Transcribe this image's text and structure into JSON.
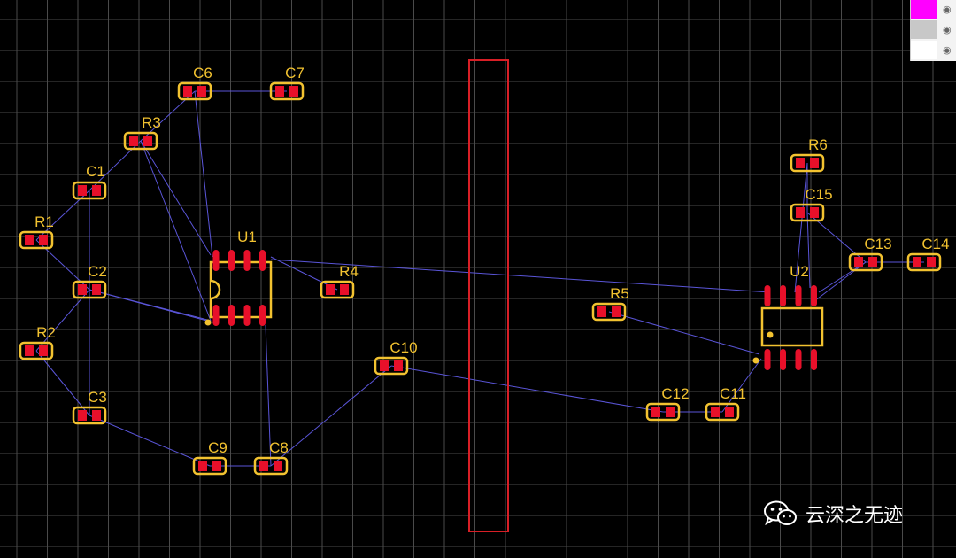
{
  "app": "PCB layout editor",
  "colors": {
    "background": "#000000",
    "grid": "#4a4a4a",
    "pad": "#e8102a",
    "silkscreen": "#f2c230",
    "ratsnest": "#5a55d8",
    "keepout": "#d81f26"
  },
  "components": [
    {
      "ref": "C6",
      "kind": "smd2"
    },
    {
      "ref": "C7",
      "kind": "smd2"
    },
    {
      "ref": "R3",
      "kind": "smd2"
    },
    {
      "ref": "C1",
      "kind": "smd2"
    },
    {
      "ref": "R1",
      "kind": "smd2"
    },
    {
      "ref": "C2",
      "kind": "smd2"
    },
    {
      "ref": "R2",
      "kind": "smd2"
    },
    {
      "ref": "C3",
      "kind": "smd2"
    },
    {
      "ref": "C9",
      "kind": "smd2"
    },
    {
      "ref": "C8",
      "kind": "smd2"
    },
    {
      "ref": "R4",
      "kind": "smd2"
    },
    {
      "ref": "C10",
      "kind": "smd2"
    },
    {
      "ref": "U1",
      "kind": "soic8"
    },
    {
      "ref": "R6",
      "kind": "smd2"
    },
    {
      "ref": "C15",
      "kind": "smd2"
    },
    {
      "ref": "C13",
      "kind": "smd2"
    },
    {
      "ref": "C14",
      "kind": "smd2"
    },
    {
      "ref": "U2",
      "kind": "soic8"
    },
    {
      "ref": "R5",
      "kind": "smd2"
    },
    {
      "ref": "C12",
      "kind": "smd2"
    },
    {
      "ref": "C11",
      "kind": "smd2"
    }
  ],
  "layer_panel": [
    {
      "color": "#ff00ff",
      "icon": "eye-icon"
    },
    {
      "color": "#c8c8c8",
      "icon": "eye-icon"
    },
    {
      "color": "#ffffff",
      "icon": "eye-icon"
    }
  ],
  "watermark": {
    "text": "云深之无迹",
    "icon": "wechat-icon"
  }
}
